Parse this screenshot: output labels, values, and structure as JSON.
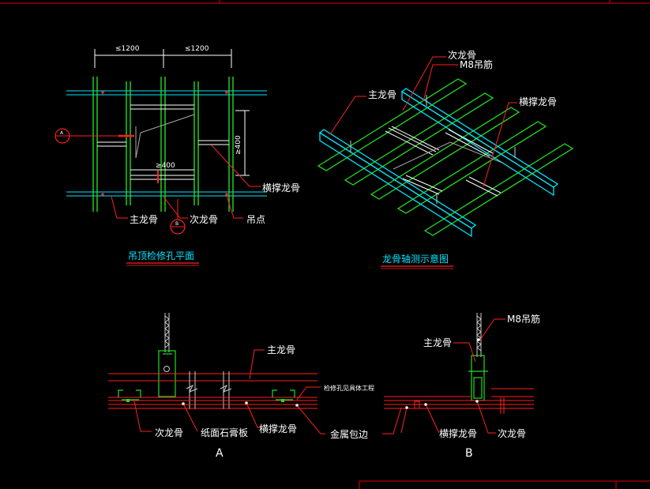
{
  "colors": {
    "background": "#000000",
    "frame": "#e00000",
    "cyan": "#00e5ff",
    "green": "#22dd22",
    "white": "#ffffff",
    "red": "#ff2020",
    "label": "#ffffff",
    "title": "#00e5ff"
  },
  "plan": {
    "dim_left": "≤1200",
    "dim_right": "≤1200",
    "dim_vertical": "≥400",
    "dim_horizontal": "≥400",
    "marker_a": "A",
    "marker_b": "B",
    "label_main_keel": "主龙骨",
    "label_secondary_keel": "次龙骨",
    "label_hanging_point": "吊点",
    "label_brace_keel": "横撑龙骨",
    "title": "吊顶检修孔平面"
  },
  "axon": {
    "label_secondary_keel": "次龙骨",
    "label_rod": "M8吊筋",
    "label_main_keel": "主龙骨",
    "label_brace_keel": "横撑龙骨",
    "title": "龙骨轴测示意图"
  },
  "section_a": {
    "label_main_keel": "主龙骨",
    "label_opening_note": "检修孔见具体工程",
    "label_secondary_keel": "次龙骨",
    "label_gypsum_board": "纸面石膏板",
    "label_brace_keel": "横撑龙骨",
    "label_metal_edge": "金属包边",
    "section_letter": "A"
  },
  "section_b": {
    "label_rod": "M8吊筋",
    "label_main_keel": "主龙骨",
    "label_brace_keel": "横撑龙骨",
    "label_secondary_keel": "次龙骨",
    "section_letter": "B"
  }
}
